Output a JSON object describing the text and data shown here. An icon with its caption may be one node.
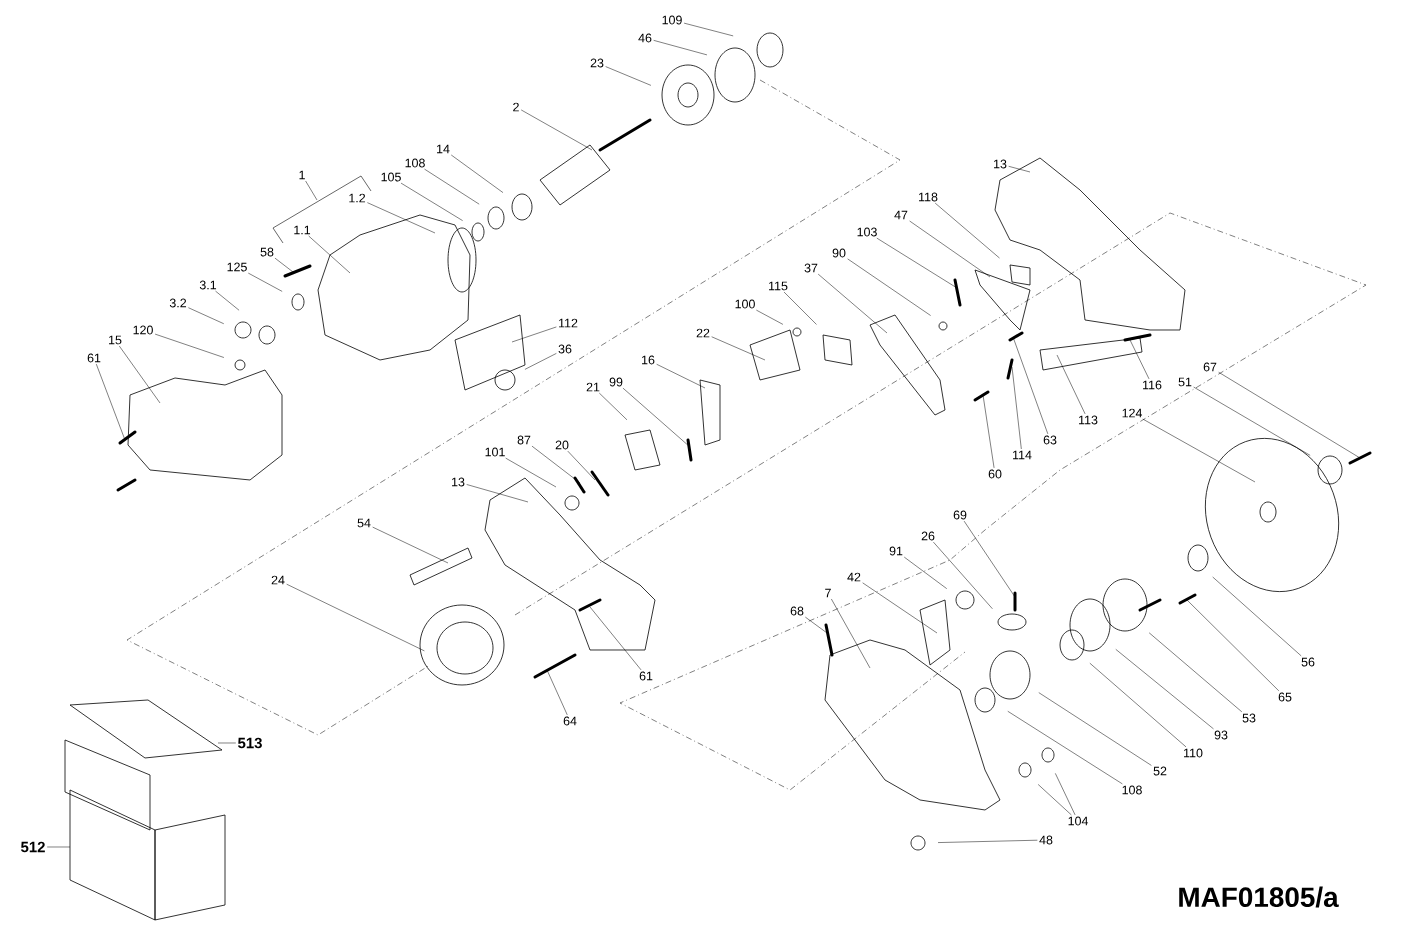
{
  "diagram": {
    "nodes": [
      {
        "text": [
          "109"
        ]
      },
      {
        "text": [
          "46"
        ]
      },
      {
        "text": [
          "23"
        ]
      },
      {
        "text": [
          "2"
        ]
      },
      {
        "text": [
          "14"
        ]
      },
      {
        "text": [
          "108"
        ]
      },
      {
        "text": [
          "13"
        ]
      },
      {
        "text": [
          "1"
        ]
      },
      {
        "text": [
          "105"
        ]
      },
      {
        "text": [
          "118"
        ]
      },
      {
        "text": [
          "1.2"
        ]
      },
      {
        "text": [
          "47"
        ]
      },
      {
        "text": [
          "1.1"
        ]
      },
      {
        "text": [
          "103"
        ]
      },
      {
        "text": [
          "90"
        ]
      },
      {
        "text": [
          "58"
        ]
      },
      {
        "text": [
          "125"
        ]
      },
      {
        "text": [
          "37"
        ]
      },
      {
        "text": [
          "3.1"
        ]
      },
      {
        "text": [
          "115"
        ]
      },
      {
        "text": [
          "3.2"
        ]
      },
      {
        "text": [
          "100"
        ]
      },
      {
        "text": [
          "112"
        ]
      },
      {
        "text": [
          "120"
        ]
      },
      {
        "text": [
          "22"
        ]
      },
      {
        "text": [
          "15"
        ]
      },
      {
        "text": [
          "36"
        ]
      },
      {
        "text": [
          "61"
        ]
      },
      {
        "text": [
          "16"
        ]
      },
      {
        "text": [
          "67"
        ]
      },
      {
        "text": [
          "99"
        ]
      },
      {
        "text": [
          "21"
        ]
      },
      {
        "text": [
          "51"
        ]
      },
      {
        "text": [
          "116"
        ]
      },
      {
        "text": [
          "124"
        ]
      },
      {
        "text": [
          "113"
        ]
      },
      {
        "text": [
          "87"
        ]
      },
      {
        "text": [
          "63"
        ]
      },
      {
        "text": [
          "20"
        ]
      },
      {
        "text": [
          "101"
        ]
      },
      {
        "text": [
          "114"
        ]
      },
      {
        "text": [
          "60"
        ]
      },
      {
        "text": [
          "13"
        ]
      },
      {
        "text": [
          "69"
        ]
      },
      {
        "text": [
          "54"
        ]
      },
      {
        "text": [
          "26"
        ]
      },
      {
        "text": [
          "91"
        ]
      },
      {
        "text": [
          "42"
        ]
      },
      {
        "text": [
          "24"
        ]
      },
      {
        "text": [
          "7"
        ]
      },
      {
        "text": [
          "68"
        ]
      },
      {
        "text": [
          "56"
        ]
      },
      {
        "text": [
          "61"
        ]
      },
      {
        "text": [
          "65"
        ]
      },
      {
        "text": [
          "53"
        ]
      },
      {
        "text": [
          "64"
        ]
      },
      {
        "text": [
          "93"
        ]
      },
      {
        "text": [
          "513"
        ]
      },
      {
        "text": [
          "110"
        ]
      },
      {
        "text": [
          "52"
        ]
      },
      {
        "text": [
          "108"
        ]
      },
      {
        "text": [
          "104"
        ]
      },
      {
        "text": [
          "48"
        ]
      },
      {
        "text": [
          "512"
        ]
      }
    ],
    "edges": [
      {
        "from": 0,
        "to": null,
        "arrow": "none"
      },
      {
        "from": 1,
        "to": null,
        "arrow": "none"
      },
      {
        "from": 2,
        "to": null,
        "arrow": "none"
      },
      {
        "from": 3,
        "to": null,
        "arrow": "none"
      },
      {
        "from": 4,
        "to": null,
        "arrow": "none"
      },
      {
        "from": 5,
        "to": null,
        "arrow": "none"
      },
      {
        "from": 6,
        "to": null,
        "arrow": "none"
      },
      {
        "from": 7,
        "to": null,
        "arrow": "none"
      },
      {
        "from": 8,
        "to": null,
        "arrow": "none"
      },
      {
        "from": 9,
        "to": null,
        "arrow": "none"
      },
      {
        "from": 10,
        "to": null,
        "arrow": "none"
      },
      {
        "from": 11,
        "to": null,
        "arrow": "none"
      },
      {
        "from": 12,
        "to": null,
        "arrow": "none"
      },
      {
        "from": 13,
        "to": null,
        "arrow": "none"
      },
      {
        "from": 14,
        "to": null,
        "arrow": "none"
      },
      {
        "from": 15,
        "to": null,
        "arrow": "none"
      },
      {
        "from": 16,
        "to": null,
        "arrow": "none"
      },
      {
        "from": 17,
        "to": null,
        "arrow": "none"
      },
      {
        "from": 18,
        "to": null,
        "arrow": "none"
      },
      {
        "from": 19,
        "to": null,
        "arrow": "none"
      },
      {
        "from": 20,
        "to": null,
        "arrow": "none"
      },
      {
        "from": 21,
        "to": null,
        "arrow": "none"
      },
      {
        "from": 22,
        "to": null,
        "arrow": "none"
      },
      {
        "from": 23,
        "to": null,
        "arrow": "none"
      },
      {
        "from": 24,
        "to": null,
        "arrow": "none"
      },
      {
        "from": 25,
        "to": null,
        "arrow": "none"
      },
      {
        "from": 26,
        "to": null,
        "arrow": "none"
      },
      {
        "from": 27,
        "to": null,
        "arrow": "none"
      },
      {
        "from": 28,
        "to": null,
        "arrow": "none"
      },
      {
        "from": 29,
        "to": null,
        "arrow": "none"
      },
      {
        "from": 30,
        "to": null,
        "arrow": "none"
      },
      {
        "from": 31,
        "to": null,
        "arrow": "none"
      },
      {
        "from": 32,
        "to": null,
        "arrow": "none"
      },
      {
        "from": 33,
        "to": null,
        "arrow": "none"
      },
      {
        "from": 34,
        "to": null,
        "arrow": "none"
      },
      {
        "from": 35,
        "to": null,
        "arrow": "none"
      },
      {
        "from": 36,
        "to": null,
        "arrow": "none"
      },
      {
        "from": 37,
        "to": null,
        "arrow": "none"
      },
      {
        "from": 38,
        "to": null,
        "arrow": "none"
      },
      {
        "from": 39,
        "to": null,
        "arrow": "none"
      },
      {
        "from": 40,
        "to": null,
        "arrow": "none"
      },
      {
        "from": 41,
        "to": null,
        "arrow": "none"
      },
      {
        "from": 42,
        "to": null,
        "arrow": "none"
      },
      {
        "from": 43,
        "to": null,
        "arrow": "none"
      },
      {
        "from": 44,
        "to": null,
        "arrow": "none"
      },
      {
        "from": 45,
        "to": null,
        "arrow": "none"
      },
      {
        "from": 46,
        "to": null,
        "arrow": "none"
      },
      {
        "from": 47,
        "to": null,
        "arrow": "none"
      },
      {
        "from": 48,
        "to": null,
        "arrow": "none"
      },
      {
        "from": 49,
        "to": null,
        "arrow": "none"
      },
      {
        "from": 50,
        "to": null,
        "arrow": "none"
      },
      {
        "from": 51,
        "to": null,
        "arrow": "none"
      },
      {
        "from": 52,
        "to": null,
        "arrow": "none"
      },
      {
        "from": 53,
        "to": null,
        "arrow": "none"
      },
      {
        "from": 54,
        "to": null,
        "arrow": "none"
      },
      {
        "from": 55,
        "to": null,
        "arrow": "none"
      },
      {
        "from": 56,
        "to": null,
        "arrow": "none"
      },
      {
        "from": 57,
        "to": null,
        "arrow": "none"
      },
      {
        "from": 58,
        "to": null,
        "arrow": "none"
      },
      {
        "from": 59,
        "to": null,
        "arrow": "none"
      },
      {
        "from": 60,
        "to": null,
        "arrow": "none"
      },
      {
        "from": 61,
        "to": null,
        "arrow": "none"
      },
      {
        "from": 61,
        "to": null,
        "arrow": "none"
      },
      {
        "from": 62,
        "to": null,
        "arrow": "none"
      },
      {
        "from": 63,
        "to": null,
        "arrow": "none"
      }
    ],
    "labels": [
      "MAF01805/a"
    ]
  }
}
